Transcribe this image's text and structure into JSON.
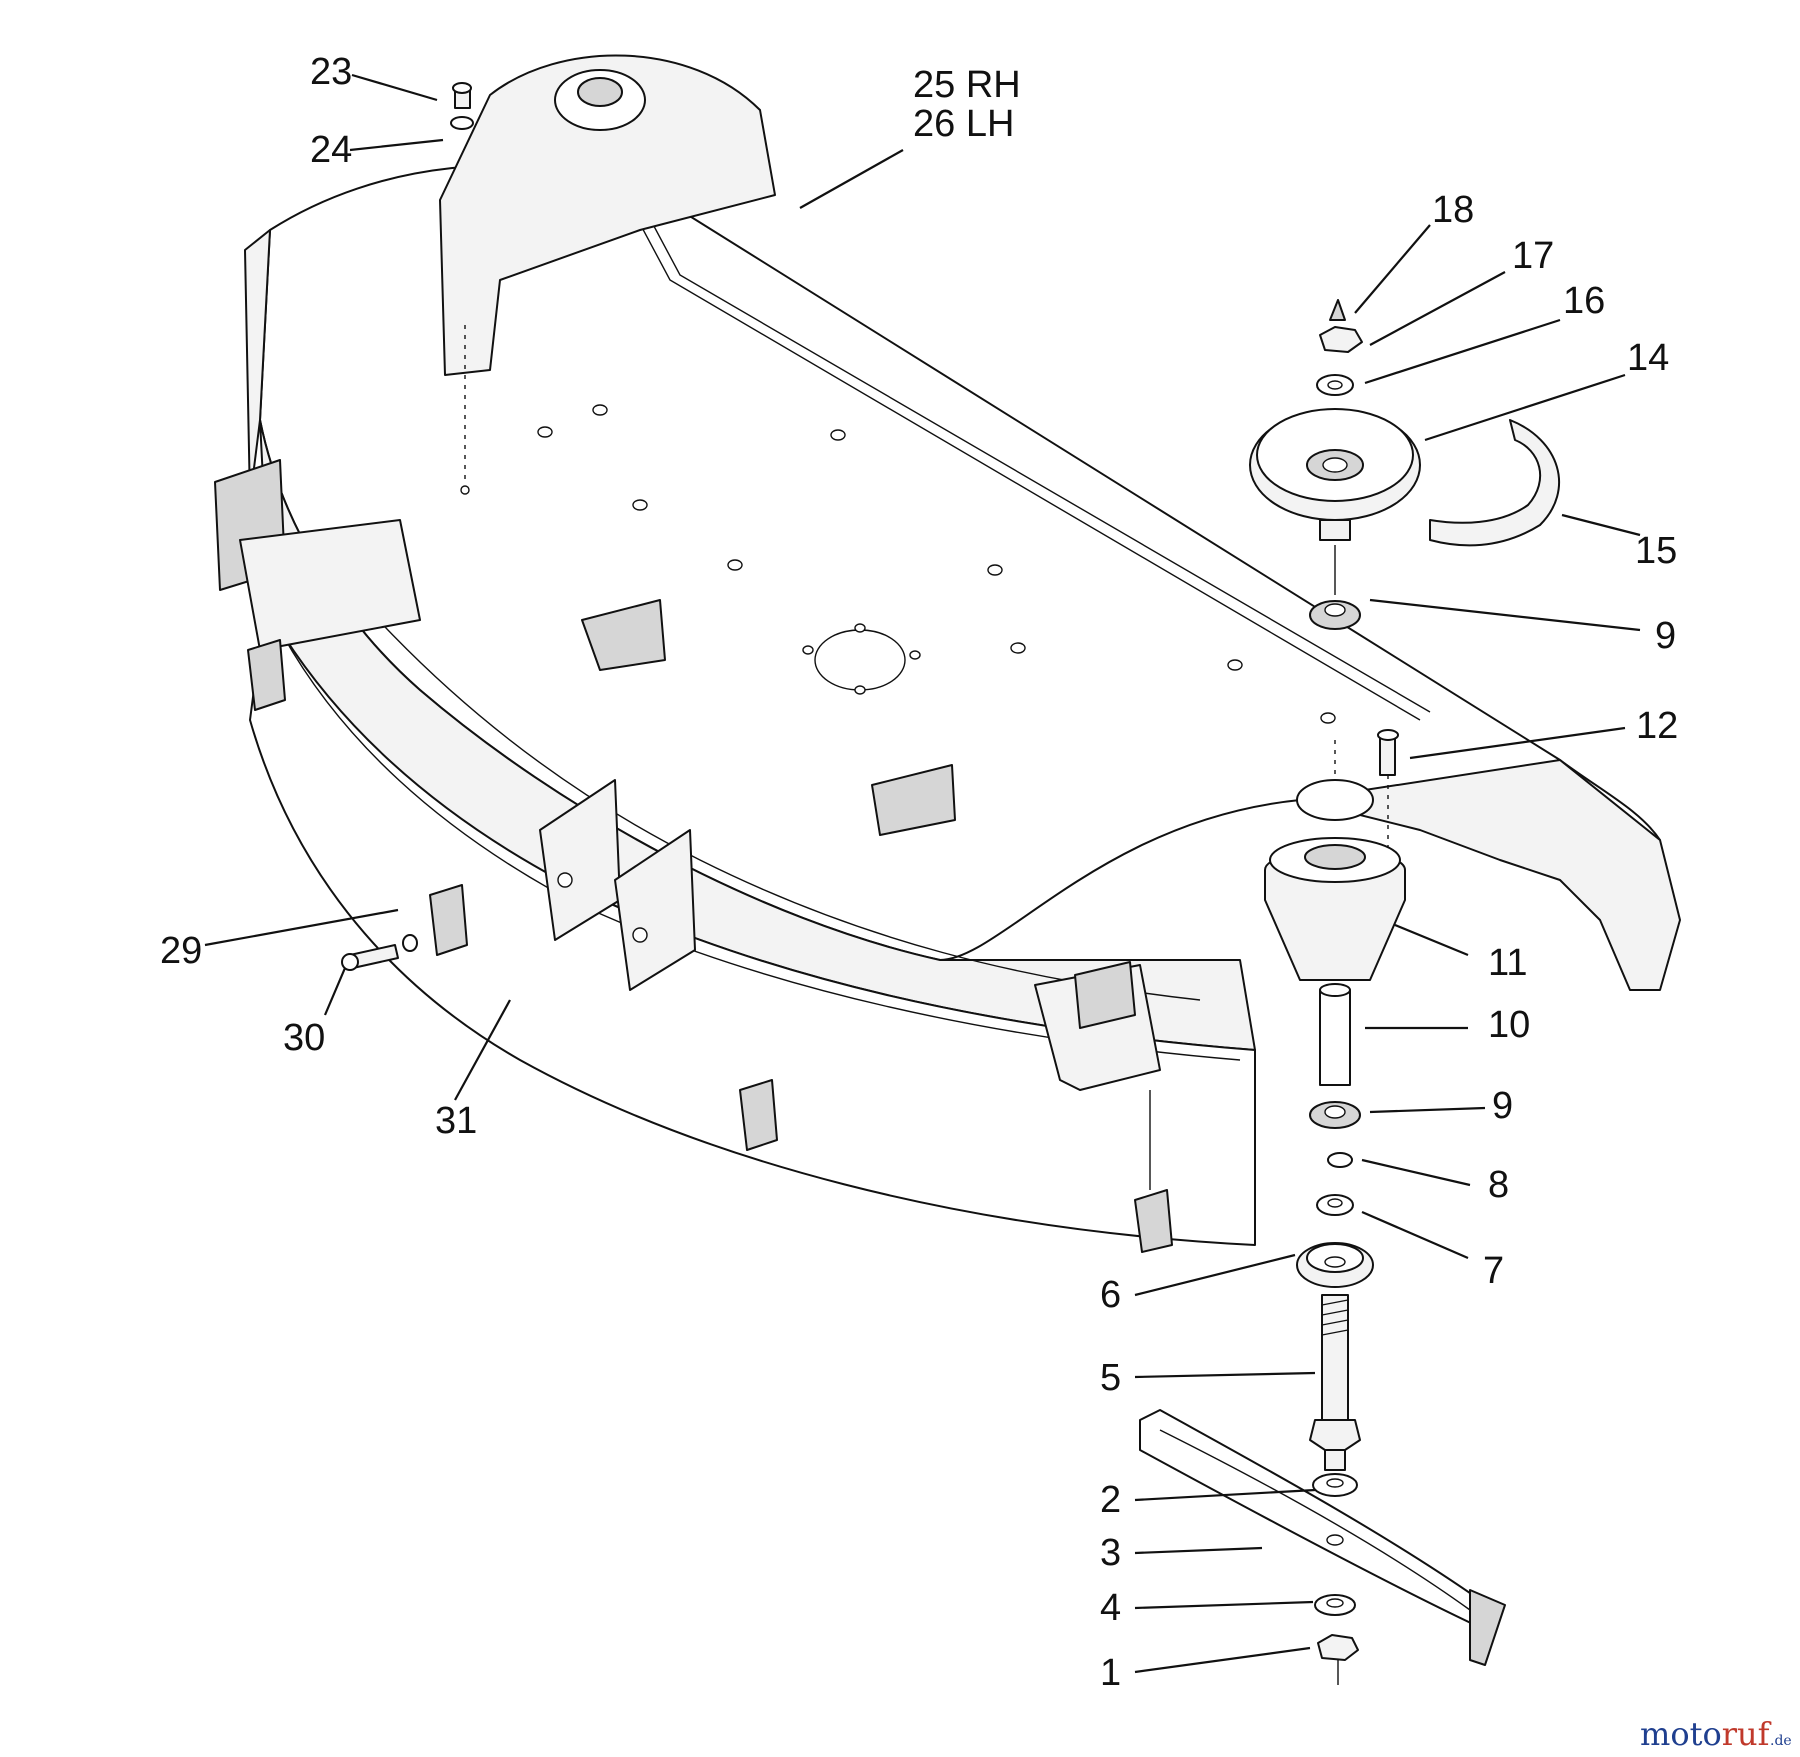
{
  "callouts": {
    "c23": "23",
    "c24": "24",
    "c25": "25 RH",
    "c26": "26 LH",
    "c18": "18",
    "c17": "17",
    "c16": "16",
    "c14": "14",
    "c15": "15",
    "c9a": "9",
    "c12": "12",
    "c11": "11",
    "c10": "10",
    "c9b": "9",
    "c8": "8",
    "c7": "7",
    "c6": "6",
    "c5": "5",
    "c2": "2",
    "c3": "3",
    "c4": "4",
    "c1": "1",
    "c29": "29",
    "c30": "30",
    "c31": "31"
  },
  "watermark": {
    "brand": "motoruf",
    "suffix": ".de"
  }
}
